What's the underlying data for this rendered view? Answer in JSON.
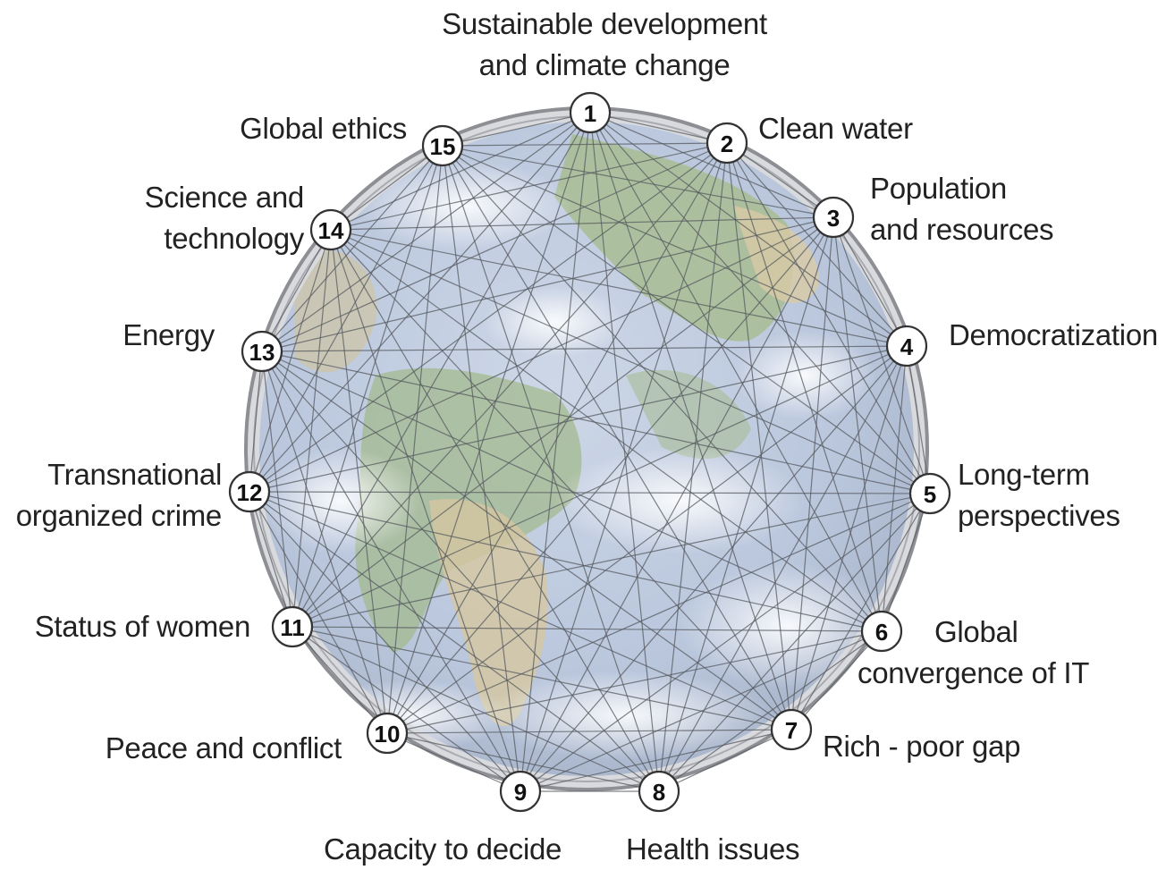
{
  "challenges": [
    {
      "num": "1",
      "lines": [
        "Sustainable development",
        "and climate change"
      ]
    },
    {
      "num": "2",
      "lines": [
        "Clean water"
      ]
    },
    {
      "num": "3",
      "lines": [
        "Population",
        "and resources"
      ]
    },
    {
      "num": "4",
      "lines": [
        "Democratization"
      ]
    },
    {
      "num": "5",
      "lines": [
        "Long-term",
        "perspectives"
      ]
    },
    {
      "num": "6",
      "lines": [
        "Global",
        "convergence of IT"
      ]
    },
    {
      "num": "7",
      "lines": [
        "Rich - poor gap"
      ]
    },
    {
      "num": "8",
      "lines": [
        "Health issues"
      ]
    },
    {
      "num": "9",
      "lines": [
        "Capacity to decide"
      ]
    },
    {
      "num": "10",
      "lines": [
        "Peace and conflict"
      ]
    },
    {
      "num": "11",
      "lines": [
        "Status of women"
      ]
    },
    {
      "num": "12",
      "lines": [
        "Transnational",
        "organized crime"
      ]
    },
    {
      "num": "13",
      "lines": [
        "Energy"
      ]
    },
    {
      "num": "14",
      "lines": [
        "Science and",
        "technology"
      ]
    },
    {
      "num": "15",
      "lines": [
        "Global ethics"
      ]
    }
  ],
  "colors": {
    "ocean": "#b9c6dc",
    "land_green": "#9fb890",
    "land_tan": "#d8c9a6",
    "cloud": "#f2f4f7",
    "rim": "#8d8f94",
    "links": "#55595f"
  },
  "fully_interconnected": true
}
